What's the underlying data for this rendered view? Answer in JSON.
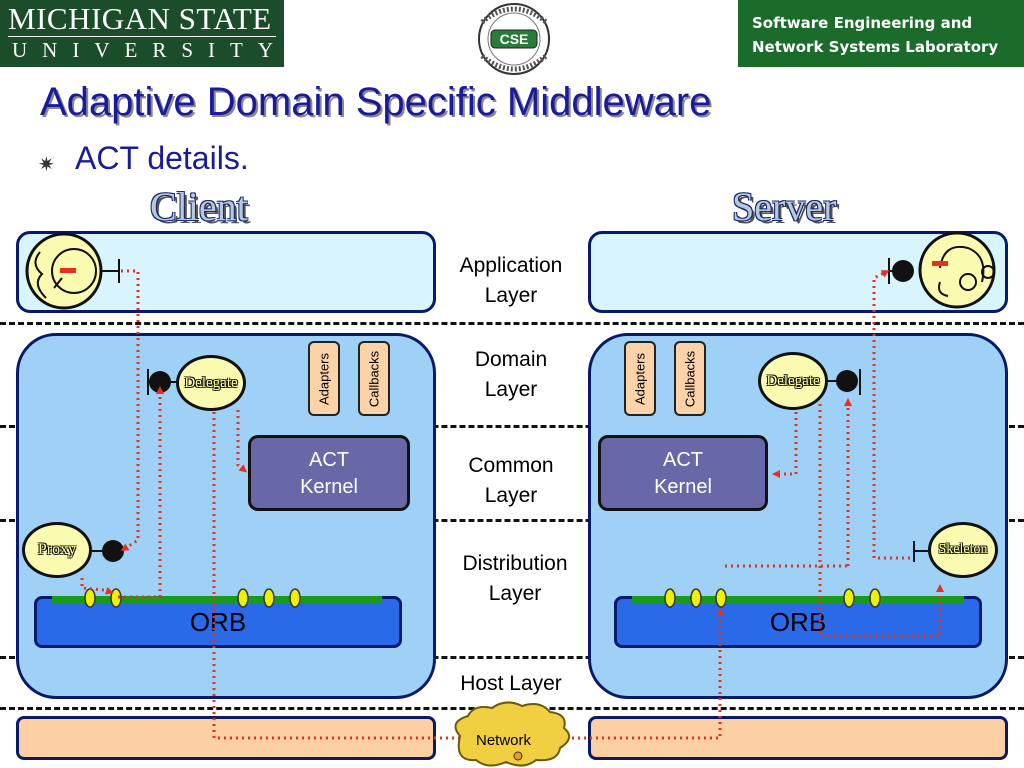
{
  "header": {
    "university_line1": "MICHIGAN STATE",
    "university_line2": "UNIVERSITY",
    "seal_text": "CSE",
    "lab_line1": "Software Engineering and",
    "lab_line2": "Network Systems Laboratory"
  },
  "slide": {
    "title": "Adaptive Domain Specific Middleware",
    "bullet": "ACT details."
  },
  "columns": {
    "client": "Client",
    "server": "Server"
  },
  "layers": {
    "application_1": "Application",
    "application_2": "Layer",
    "domain_1": "Domain",
    "domain_2": "Layer",
    "common_1": "Common",
    "common_2": "Layer",
    "distribution_1": "Distribution",
    "distribution_2": "Layer",
    "host": "Host Layer"
  },
  "client": {
    "delegate": "Delegate",
    "adapters": "Adapters",
    "callbacks": "Callbacks",
    "kernel_1": "ACT",
    "kernel_2": "Kernel",
    "proxy": "Proxy",
    "orb": "ORB"
  },
  "server": {
    "delegate": "Delegate",
    "adapters": "Adapters",
    "callbacks": "Callbacks",
    "kernel_1": "ACT",
    "kernel_2": "Kernel",
    "skeleton": "Skeleton",
    "orb": "ORB"
  },
  "network": "Network",
  "colors": {
    "title": "#1a1a9c",
    "msu_green": "#1b4d2b",
    "link_red": "#e8301a",
    "box_blue": "#9fd0f5",
    "orb_blue": "#2a6ae8"
  }
}
